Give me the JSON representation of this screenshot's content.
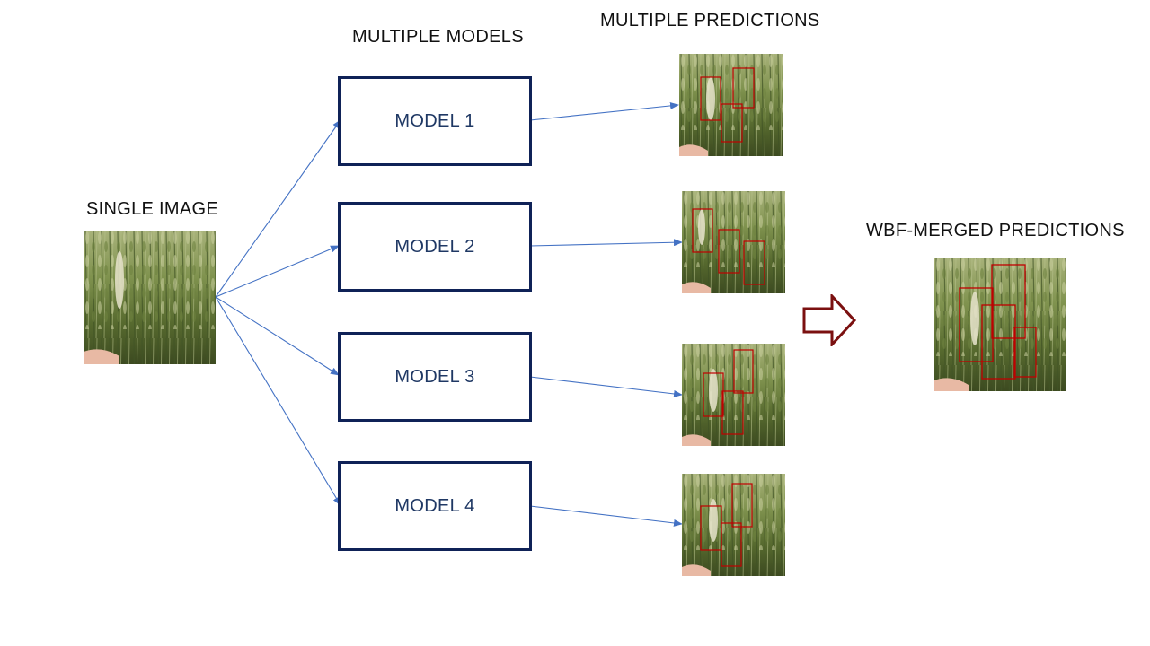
{
  "labels": {
    "single_image": "SINGLE IMAGE",
    "multiple_models": "MULTIPLE MODELS",
    "multiple_predictions": "MULTIPLE PREDICTIONS",
    "wbf_merged": "WBF-MERGED PREDICTIONS"
  },
  "models": [
    {
      "label": "MODEL 1"
    },
    {
      "label": "MODEL 2"
    },
    {
      "label": "MODEL 3"
    },
    {
      "label": "MODEL 4"
    }
  ],
  "colors": {
    "box_border": "#0f2257",
    "model_text": "#1f3864",
    "arrow": "#4472c4",
    "bbox": "#c00000",
    "merge_arrow": "#7b1010"
  },
  "icons": {
    "merge_arrow": "block-arrow-right-icon"
  }
}
